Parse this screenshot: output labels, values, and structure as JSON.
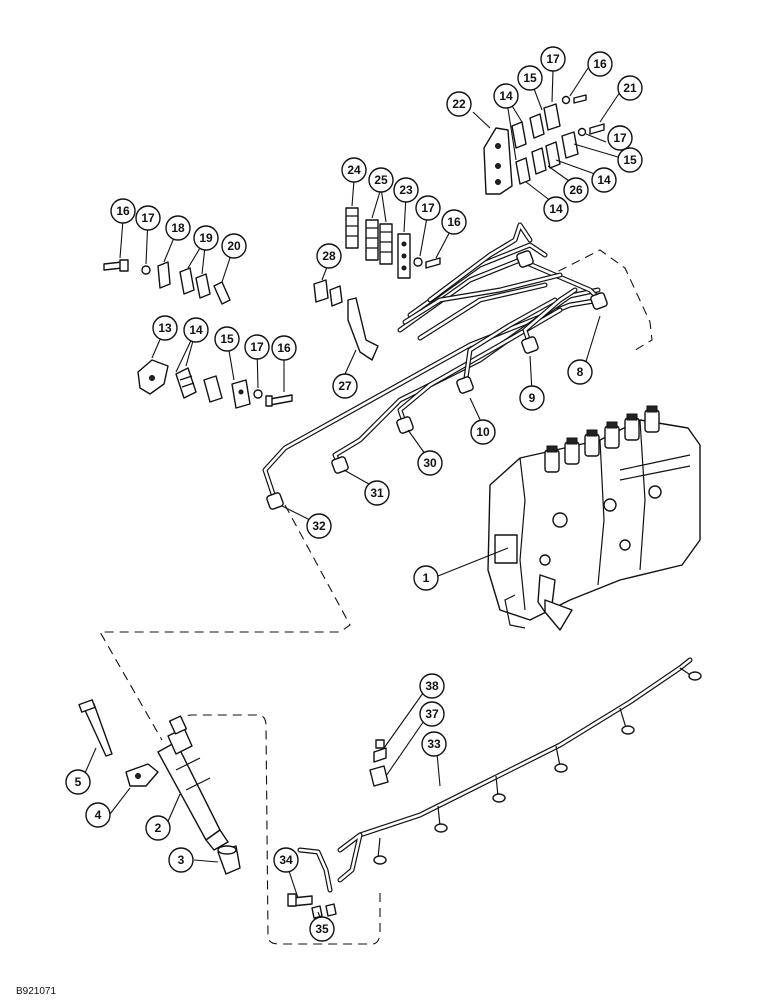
{
  "figure_code": "B921071",
  "callout_labels": {
    "c1": "1",
    "c2": "2",
    "c3": "3",
    "c4": "4",
    "c5": "5",
    "c8": "8",
    "c9": "9",
    "c10": "10",
    "c13": "13",
    "c14a": "14",
    "c15a": "15",
    "c16a": "16",
    "c17a": "17",
    "c16b": "16",
    "c17b": "17",
    "c18": "18",
    "c19": "19",
    "c20": "20",
    "c24": "24",
    "c25": "25",
    "c23": "23",
    "c17c": "17",
    "c16c": "16",
    "c28": "28",
    "c27": "27",
    "c22": "22",
    "c14b": "14",
    "c15b": "15",
    "c17d": "17",
    "c16d": "16",
    "c21": "21",
    "c17e": "17",
    "c15c": "15",
    "c14c": "14",
    "c26": "26",
    "c14d": "14",
    "c30": "30",
    "c31": "31",
    "c32": "32",
    "c33": "33",
    "c34": "34",
    "c35": "35",
    "c37": "37",
    "c38": "38"
  }
}
